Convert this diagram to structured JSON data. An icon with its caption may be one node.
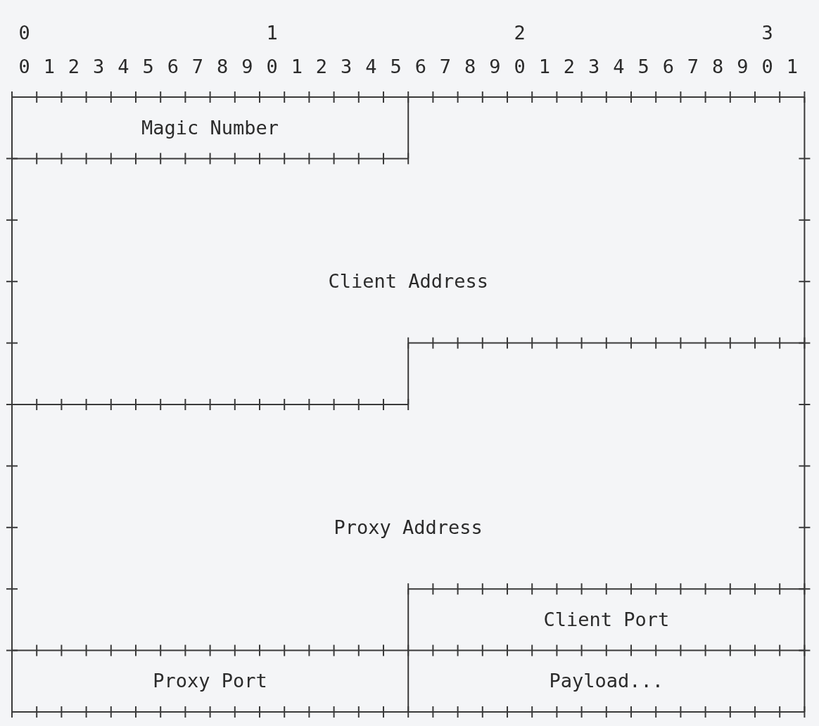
{
  "diagram": {
    "nodes": [
      {
        "text": [
          "Magic Number"
        ]
      },
      {
        "text": [
          "Client Address"
        ]
      },
      {
        "text": [
          "Proxy Address"
        ]
      },
      {
        "text": [
          "Client Port"
        ]
      },
      {
        "text": [
          "Proxy Port"
        ]
      },
      {
        "text": [
          "Payload..."
        ]
      }
    ],
    "labels": [
      "0",
      "1",
      "2",
      "3",
      "0",
      "1",
      "2",
      "3",
      "4",
      "5",
      "6",
      "7",
      "8",
      "9",
      "0",
      "1",
      "2",
      "3",
      "4",
      "5",
      "6",
      "7",
      "8",
      "9",
      "0",
      "1",
      "2",
      "3",
      "4",
      "5",
      "6",
      "7",
      "8",
      "9",
      "0",
      "1"
    ]
  }
}
